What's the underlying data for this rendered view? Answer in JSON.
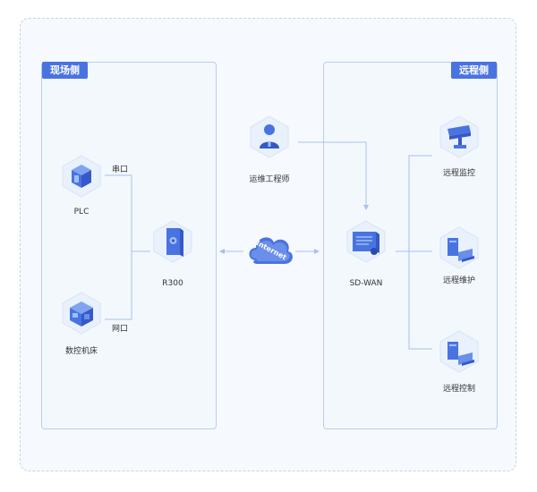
{
  "panels": {
    "left_title": "现场侧",
    "right_title": "远程侧"
  },
  "nodes": {
    "plc": "PLC",
    "cnc": "数控机床",
    "r300": "R300",
    "engineer": "运维工程师",
    "internet": "Internet",
    "sdwan": "SD-WAN",
    "monitor": "远程监控",
    "maintain": "远程维护",
    "control": "远程控制"
  },
  "links": {
    "serial": "串口",
    "ethernet": "网口"
  },
  "colors": {
    "accent": "#4a73e2",
    "line": "#a9c1ea",
    "panel_border": "#b9cdee",
    "background": "#f6f9fe"
  }
}
